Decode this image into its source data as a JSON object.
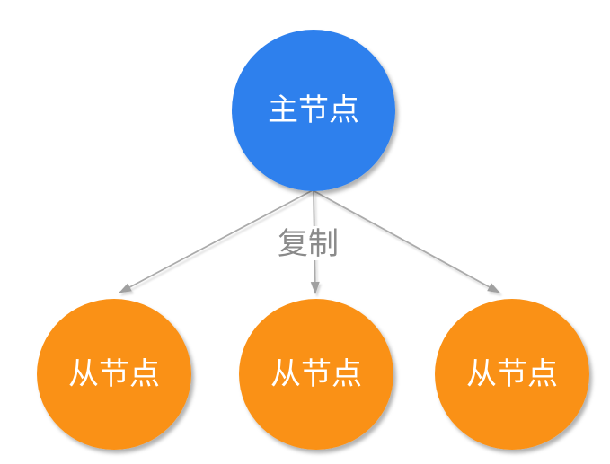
{
  "diagram": {
    "master_node": {
      "label": "主节点"
    },
    "slave_nodes": [
      {
        "label": "从节点"
      },
      {
        "label": "从节点"
      },
      {
        "label": "从节点"
      }
    ],
    "edge_label": "复制",
    "colors": {
      "master_fill": "#2F80ED",
      "slave_fill": "#FA9116",
      "node_text": "#FFFFFF",
      "edge": "#ABABAB",
      "arrowhead": "#A0A0A0",
      "edge_label_text": "#8A8A8A",
      "background": "#FFFFFF"
    }
  }
}
